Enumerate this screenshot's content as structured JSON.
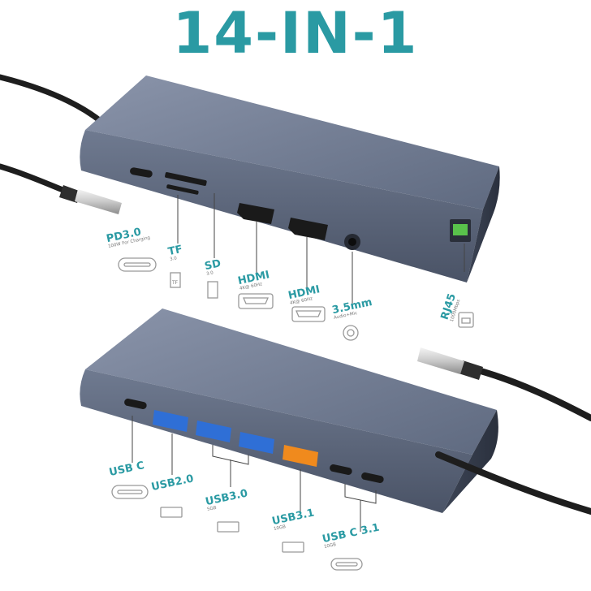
{
  "title": "14-IN-1",
  "colors": {
    "teal": "#2a9aa3",
    "body": "#6e7990",
    "body_dark": "#4c5568",
    "cable": "#1e1e1e",
    "usb_blue": "#2f6fd6",
    "usb_orange": "#f08a1d"
  },
  "top_hub": {
    "labels": [
      {
        "id": "pd",
        "main": "PD3.0",
        "sub": "100W For Charging"
      },
      {
        "id": "tf",
        "main": "TF",
        "sub": "3.0"
      },
      {
        "id": "sd",
        "main": "SD",
        "sub": "3.0"
      },
      {
        "id": "hdmi1",
        "main": "HDMI",
        "sub": "4K@ 60Hz"
      },
      {
        "id": "hdmi2",
        "main": "HDMI",
        "sub": "4K@ 60Hz"
      },
      {
        "id": "audio",
        "main": "3.5mm",
        "sub": "Audio+Mic"
      },
      {
        "id": "rj45",
        "main": "RJ45",
        "sub": "1000Mbps"
      }
    ],
    "icon_text_tf": "TF"
  },
  "bottom_hub": {
    "labels": [
      {
        "id": "usbc",
        "main": "USB C",
        "sub": ""
      },
      {
        "id": "usb20",
        "main": "USB2.0",
        "sub": ""
      },
      {
        "id": "usb30",
        "main": "USB3.0",
        "sub": "5GB"
      },
      {
        "id": "usb31",
        "main": "USB3.1",
        "sub": "10GB"
      },
      {
        "id": "usbc31",
        "main": "USB C 3.1",
        "sub": "10GB"
      }
    ]
  }
}
